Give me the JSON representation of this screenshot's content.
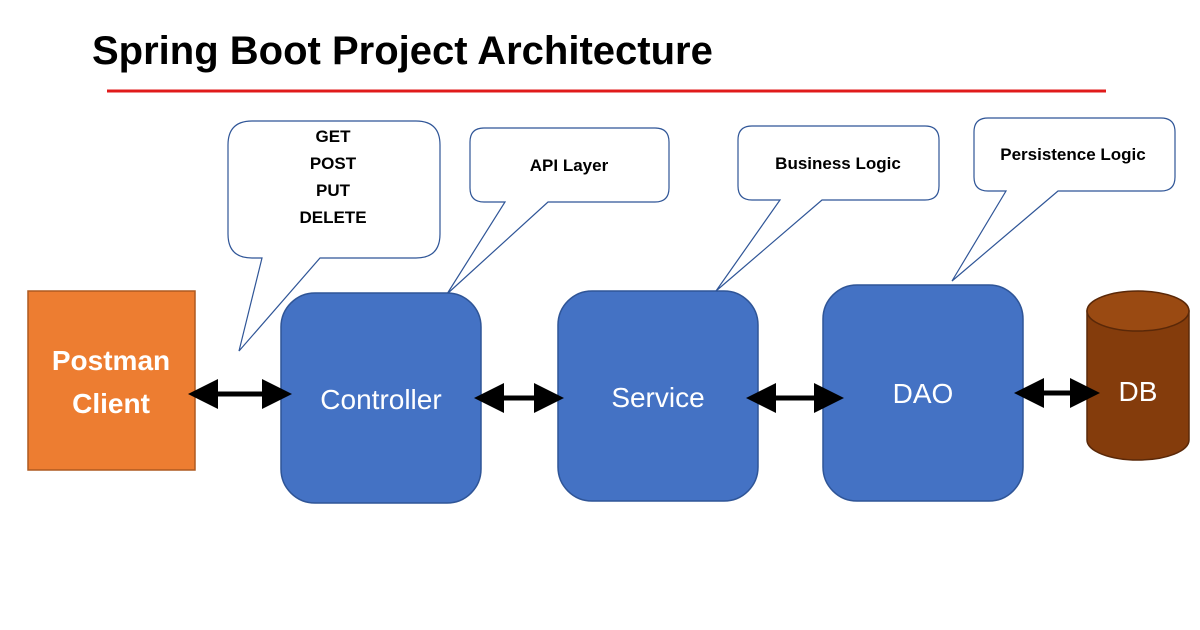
{
  "title": "Spring Boot Project Architecture",
  "colors": {
    "underline": "#e01b1b",
    "layer_box": "#4472c4",
    "layer_box_border": "#2f5597",
    "client_box": "#ed7d31",
    "client_box_border": "#ae5a21",
    "db": "#843c0c",
    "db_top": "#9a4a12",
    "callout_border": "#2f5597",
    "arrow": "#000000"
  },
  "client": {
    "line1": "Postman",
    "line2": "Client"
  },
  "layers": {
    "controller": "Controller",
    "service": "Service",
    "dao": "DAO"
  },
  "database": {
    "label": "DB"
  },
  "callouts": {
    "http_methods": [
      "GET",
      "POST",
      "PUT",
      "DELETE"
    ],
    "api_layer": "API Layer",
    "business_logic": "Business Logic",
    "persistence_logic": "Persistence Logic"
  }
}
